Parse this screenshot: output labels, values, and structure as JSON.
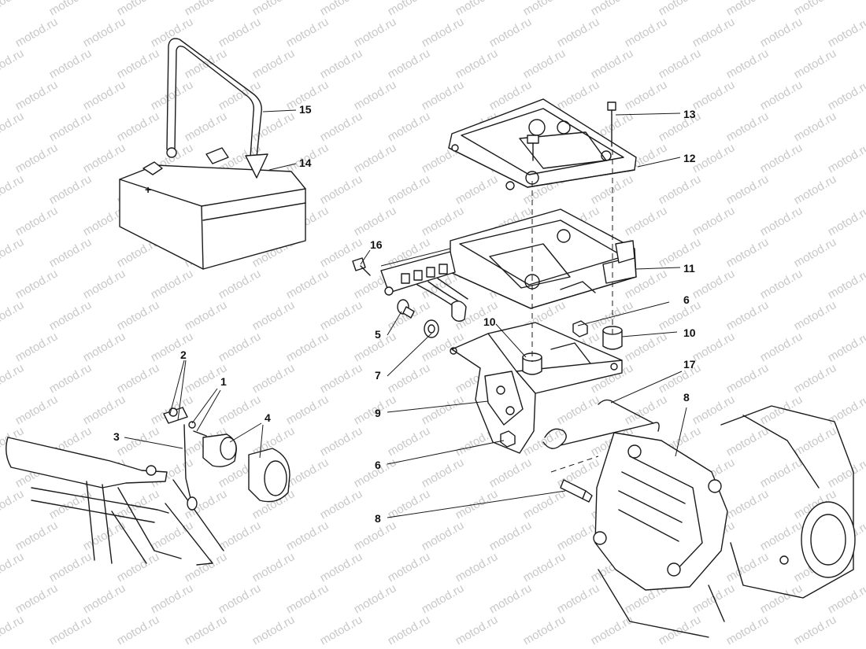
{
  "watermark": "motod.ru",
  "callouts": [
    "1",
    "2",
    "3",
    "4",
    "5",
    "6",
    "6",
    "7",
    "8",
    "8",
    "9",
    "10",
    "10",
    "11",
    "12",
    "13",
    "14",
    "15",
    "16",
    "17"
  ],
  "colors": {
    "ink": "#1a1a1a",
    "watermark": "#c8c8c8",
    "background": "#ffffff"
  }
}
